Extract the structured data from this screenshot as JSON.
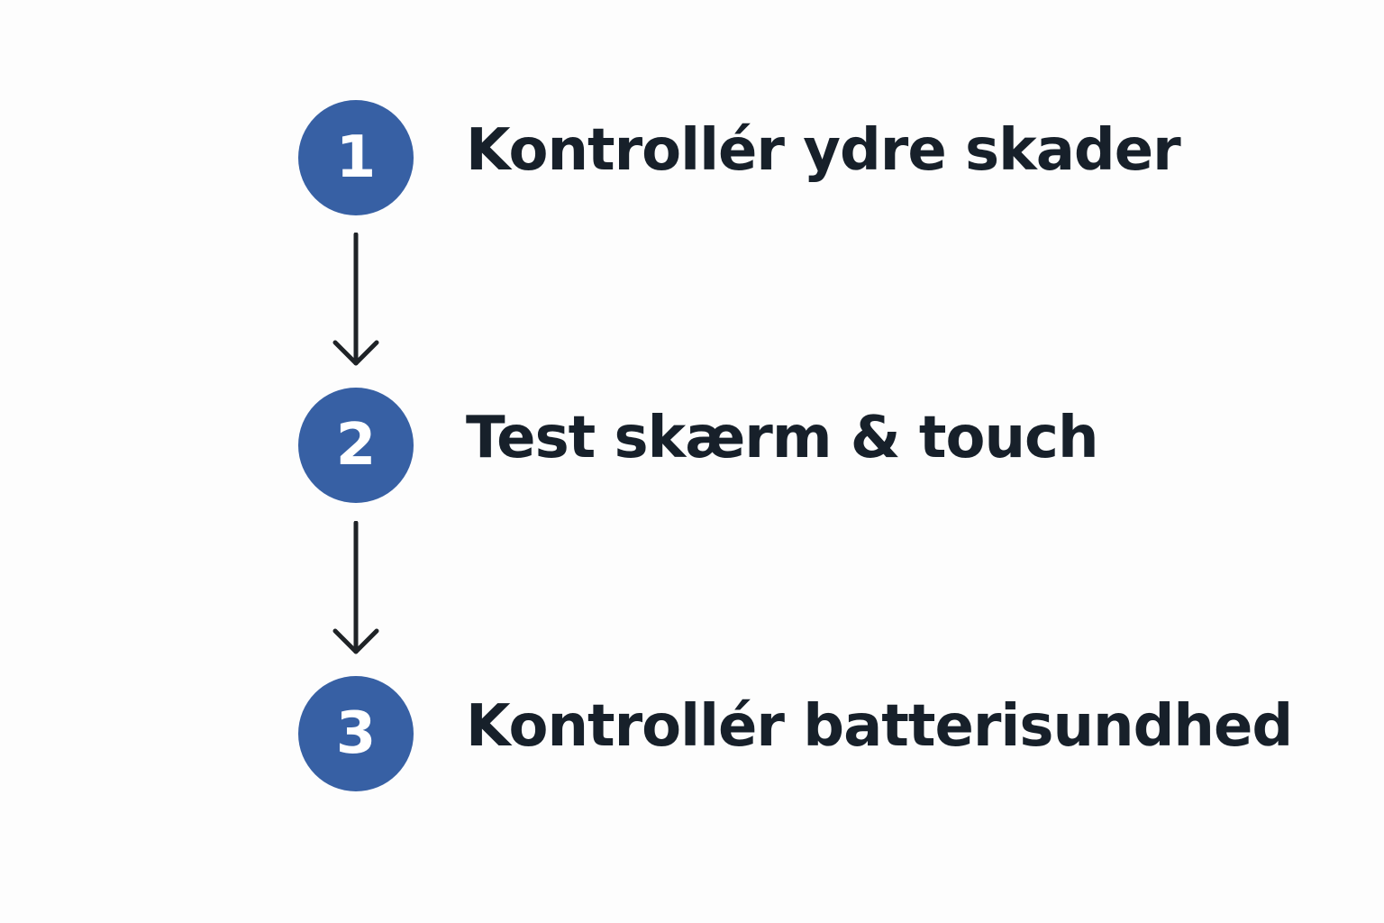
{
  "colors": {
    "badge_fill": "#3760a4",
    "text": "#17202a",
    "arrow": "#1f2327",
    "background": "#fdfdfd"
  },
  "steps": [
    {
      "number": "1",
      "label": "Kontrollér ydre skader"
    },
    {
      "number": "2",
      "label": "Test skærm & touch"
    },
    {
      "number": "3",
      "label": "Kontrollér batterisundhed"
    }
  ]
}
